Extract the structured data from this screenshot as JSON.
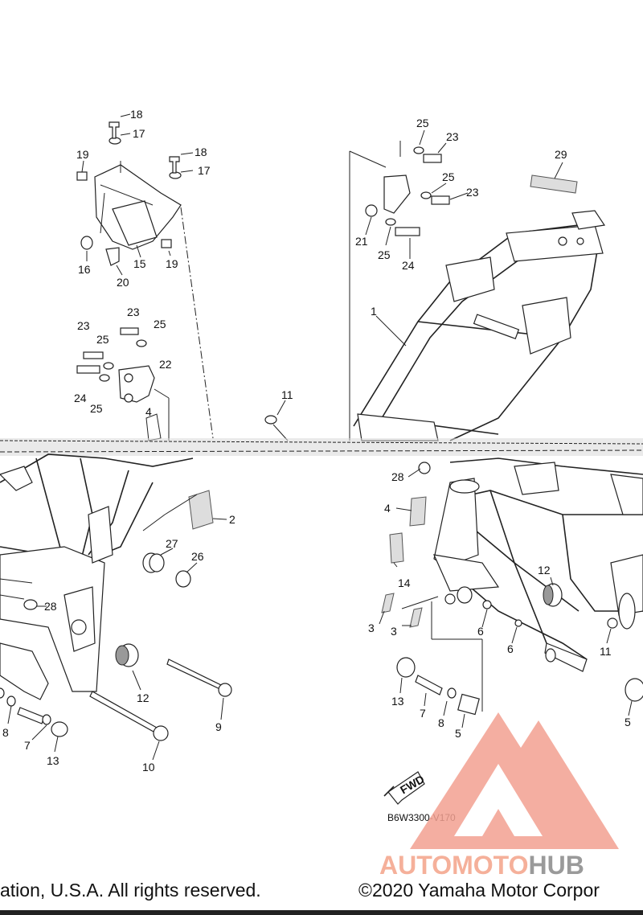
{
  "diagram": {
    "document_code": "B6W3300-V170",
    "fwd_label": "FWD",
    "callouts": {
      "c1": "1",
      "c2": "2",
      "c3a": "3",
      "c3b": "3",
      "c4a": "4",
      "c4b": "4",
      "c5a": "5",
      "c5b": "5",
      "c6a": "6",
      "c6b": "6",
      "c7a": "7",
      "c7b": "7",
      "c8a": "8",
      "c8b": "8",
      "c9": "9",
      "c10": "10",
      "c11a": "11",
      "c11b": "11",
      "c12a": "12",
      "c12b": "12",
      "c13a": "13",
      "c13b": "13",
      "c14": "14",
      "c15": "15",
      "c16": "16",
      "c17a": "17",
      "c17b": "17",
      "c18a": "18",
      "c18b": "18",
      "c19a": "19",
      "c19b": "19",
      "c20": "20",
      "c21": "21",
      "c22": "22",
      "c23a": "23",
      "c23b": "23",
      "c23c": "23",
      "c23d": "23",
      "c24a": "24",
      "c24b": "24",
      "c25a": "25",
      "c25b": "25",
      "c25c": "25",
      "c25d": "25",
      "c25e": "25",
      "c25f": "25",
      "c26": "26",
      "c27": "27",
      "c28a": "28",
      "c28b": "28",
      "c29": "29"
    }
  },
  "footer": {
    "left_text": "ation, U.S.A. All rights reserved.",
    "right_text": "©2020 Yamaha Motor Corpor"
  },
  "watermark": {
    "text_part1": "AUTOMOTO",
    "text_part2": "HUB",
    "color_primary": "#f5b09a",
    "color_secondary": "#9a9a9a"
  }
}
